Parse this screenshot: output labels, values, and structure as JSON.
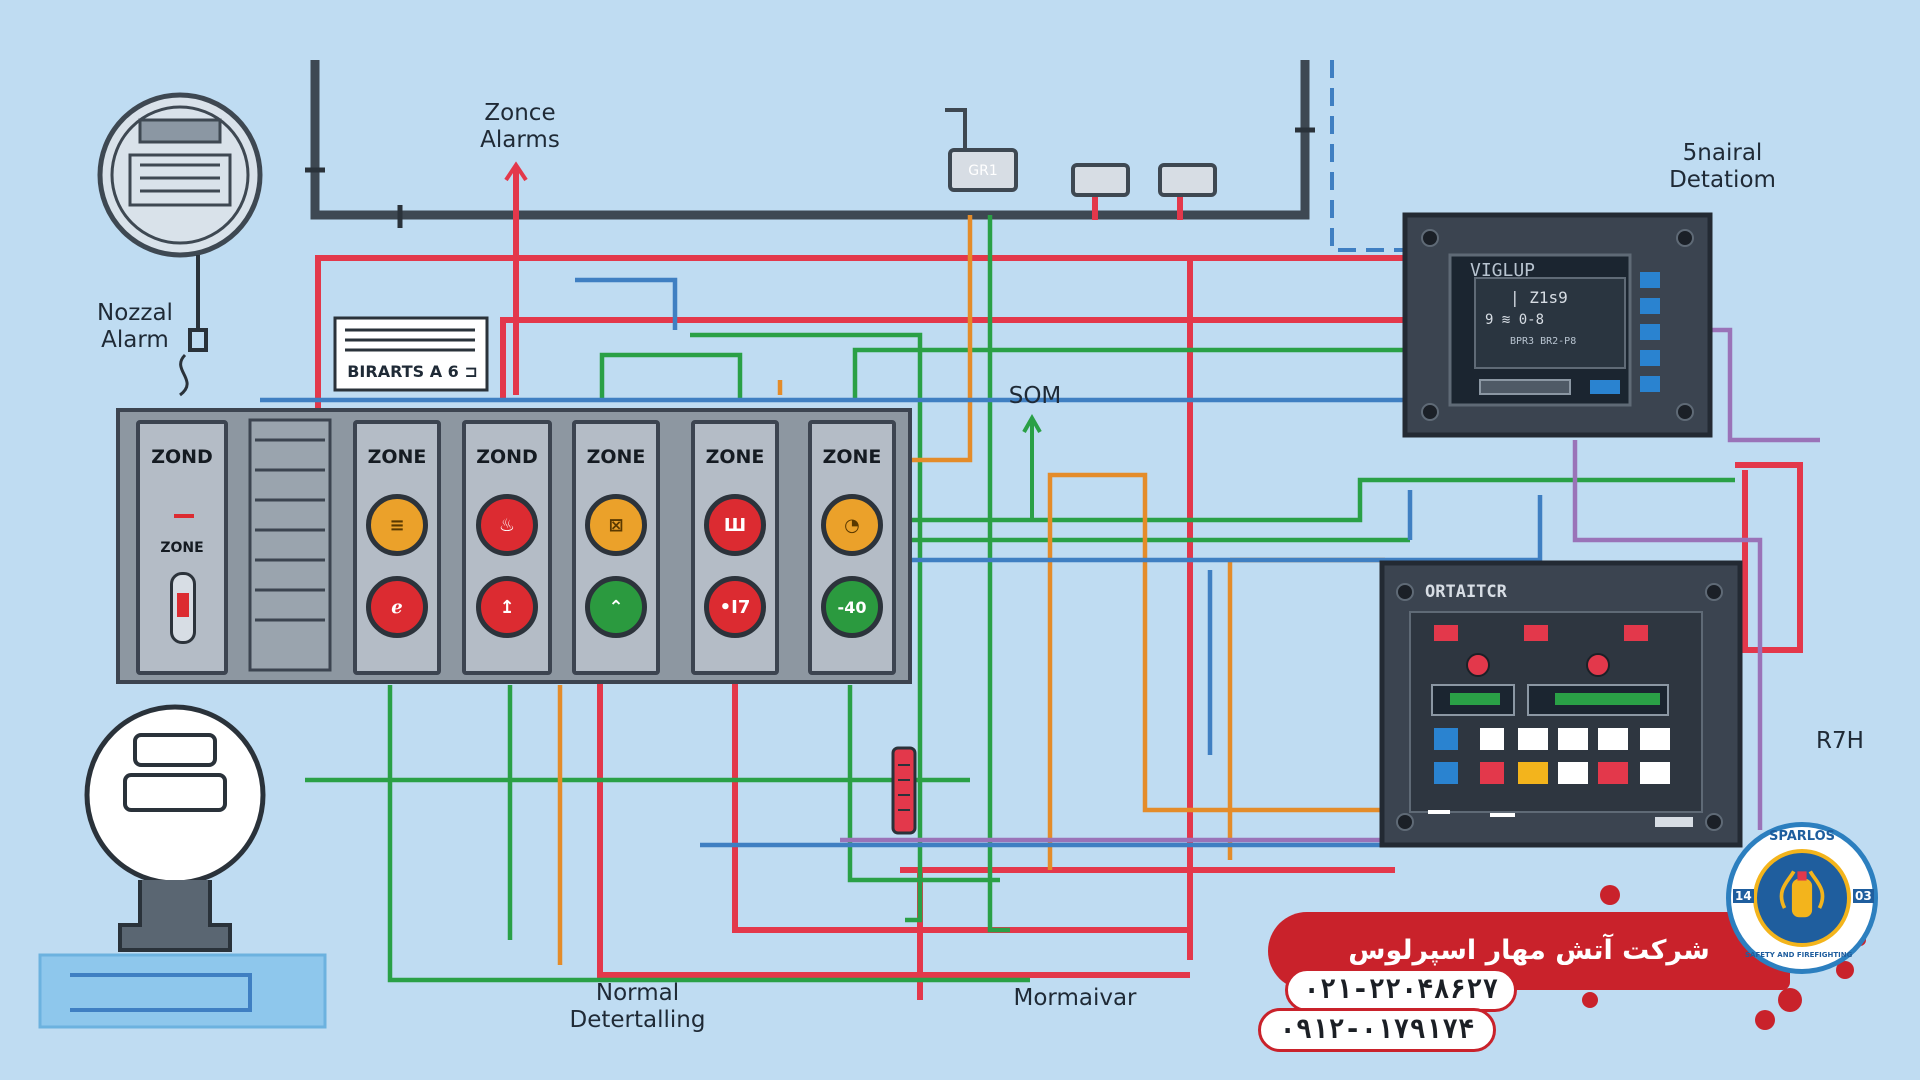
{
  "labels": {
    "zone_alarms": "Zonce\nAlarms",
    "nozzle_alarm": "Nozzal\nAlarm",
    "signal_detection": "5nairal\nDetatiom",
    "som": "SOM",
    "r7h": "R7H",
    "normal_detecting": "Normal\nDetertalling",
    "mormaivar": "Mormaivar",
    "birarts": "BIRARTS A 6 ⊐",
    "gr1": "GR1"
  },
  "zones": [
    {
      "title": "ZOND",
      "sub": "ZONE",
      "top": "",
      "bot": ""
    },
    {
      "title": "ZONE",
      "top": "≡",
      "bot": "ℯ",
      "top_color": "amber",
      "bot_color": "red"
    },
    {
      "title": "ZOND",
      "top": "♨",
      "bot": "↥",
      "top_color": "red",
      "bot_color": "red"
    },
    {
      "title": "ZONE",
      "top": "⊠",
      "bot": "⌃",
      "top_color": "amber",
      "bot_color": "green"
    },
    {
      "title": "ZONE",
      "top": "Ш",
      "bot": "•Ι7",
      "top_color": "red",
      "bot_color": "red"
    },
    {
      "title": "ZONE",
      "top": "◔",
      "bot": "-40",
      "top_color": "amber",
      "bot_color": "green"
    }
  ],
  "monitor_panel": {
    "title": "VIGLUP",
    "line1": "| Z1s9",
    "line2": "9 ≋ 0-8",
    "line3": "BPR3 BR2-P8"
  },
  "control_panel": {
    "title": "ORTAITCR"
  },
  "brand": {
    "company": "شرکت آتش مهار اسپرلوس",
    "phone1": "۰۲۱-۲۲۰۴۸۶۲۷",
    "phone2": "۰۹۱۲-۰۱۷۹۱۷۴",
    "badge_name": "SPARLOS",
    "badge_tagline": "SAFETY AND FIREFIGHTING",
    "badge_left": "14",
    "badge_right": "03"
  },
  "colors": {
    "background": "#bfdcf2",
    "wire_red": "#e3384b",
    "wire_green": "#2aa046",
    "wire_orange": "#e48c2a",
    "wire_blue": "#3f7fc2",
    "wire_purple": "#9a73b8",
    "pipe_dark": "#3e4852",
    "brand_red": "#c9222b"
  }
}
